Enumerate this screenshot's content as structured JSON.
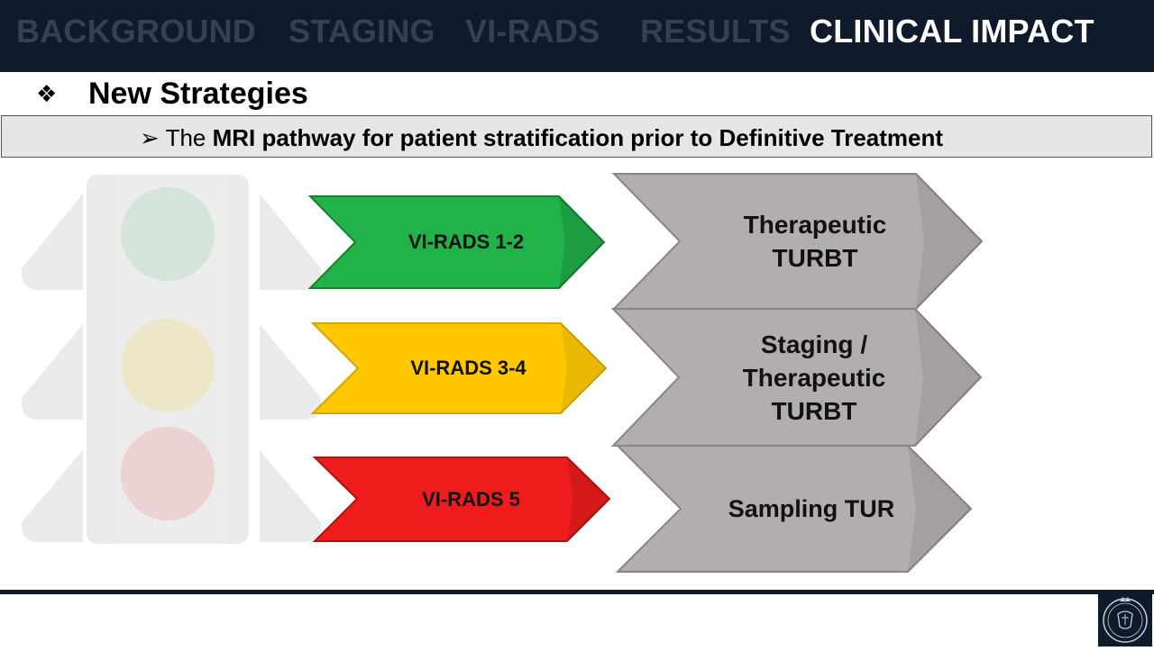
{
  "nav": {
    "items": [
      {
        "label": "BACKGROUND",
        "active": false
      },
      {
        "label": "STAGING",
        "active": false
      },
      {
        "label": "VI-RADS",
        "active": false
      },
      {
        "label": "RESULTS",
        "active": false
      },
      {
        "label": "CLINICAL IMPACT",
        "active": true
      }
    ]
  },
  "heading": {
    "bullet_icon": "diamond-bullet-icon",
    "title": "New Strategies"
  },
  "subtitle": {
    "prefix": "The ",
    "bold": "MRI pathway for patient stratification prior to Definitive Treatment"
  },
  "pathway": [
    {
      "score_label": "VI-RADS 1-2",
      "color": "#21b24a",
      "outcome": "Therapeutic\nTURBT"
    },
    {
      "score_label": "VI-RADS 3-4",
      "color": "#ffc800",
      "outcome": "Staging /\nTherapeutic\nTURBT"
    },
    {
      "score_label": "VI-RADS 5",
      "color": "#ee1c1c",
      "outcome": "Sampling TUR"
    }
  ],
  "colors": {
    "header_bg": "#0f1a2b",
    "outcome_gray": "#b3aeae",
    "subtitle_bg": "#e6e6e6"
  },
  "logo": {
    "icon": "university-seal-icon"
  }
}
